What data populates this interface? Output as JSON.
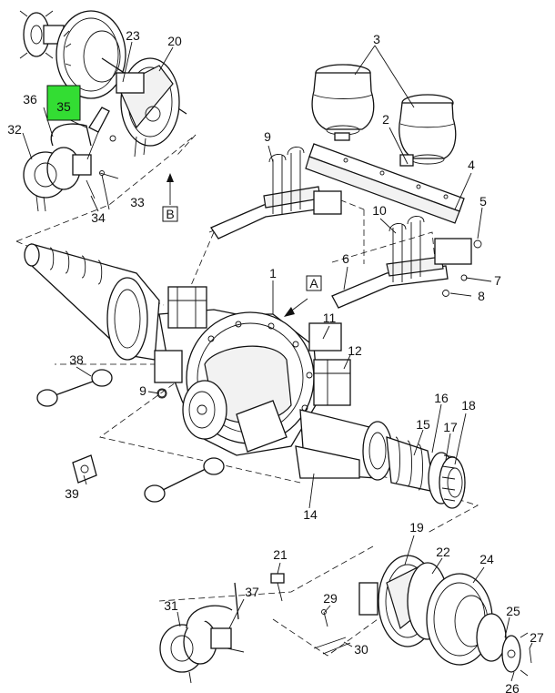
{
  "callouts": {
    "c1": "1",
    "c2": "2",
    "c3": "3",
    "c4": "4",
    "c5": "5",
    "c6": "6",
    "c7": "7",
    "c8": "8",
    "c9a": "9",
    "c9b": "9",
    "c10": "10",
    "c11": "11",
    "c12": "12",
    "c14": "14",
    "c15": "15",
    "c16": "16",
    "c17": "17",
    "c18": "18",
    "c19": "19",
    "c20": "20",
    "c21": "21",
    "c22": "22",
    "c23": "23",
    "c24": "24",
    "c25": "25",
    "c26": "26",
    "c27": "27",
    "c29": "29",
    "c30": "30",
    "c31": "31",
    "c32": "32",
    "c33": "33",
    "c34": "34",
    "c35": "35",
    "c36": "36",
    "c37": "37",
    "c38": "38",
    "c39": "39"
  },
  "view_refs": {
    "a": "A",
    "b": "B"
  },
  "highlight": {
    "part": "35",
    "color": "#33dd33"
  }
}
